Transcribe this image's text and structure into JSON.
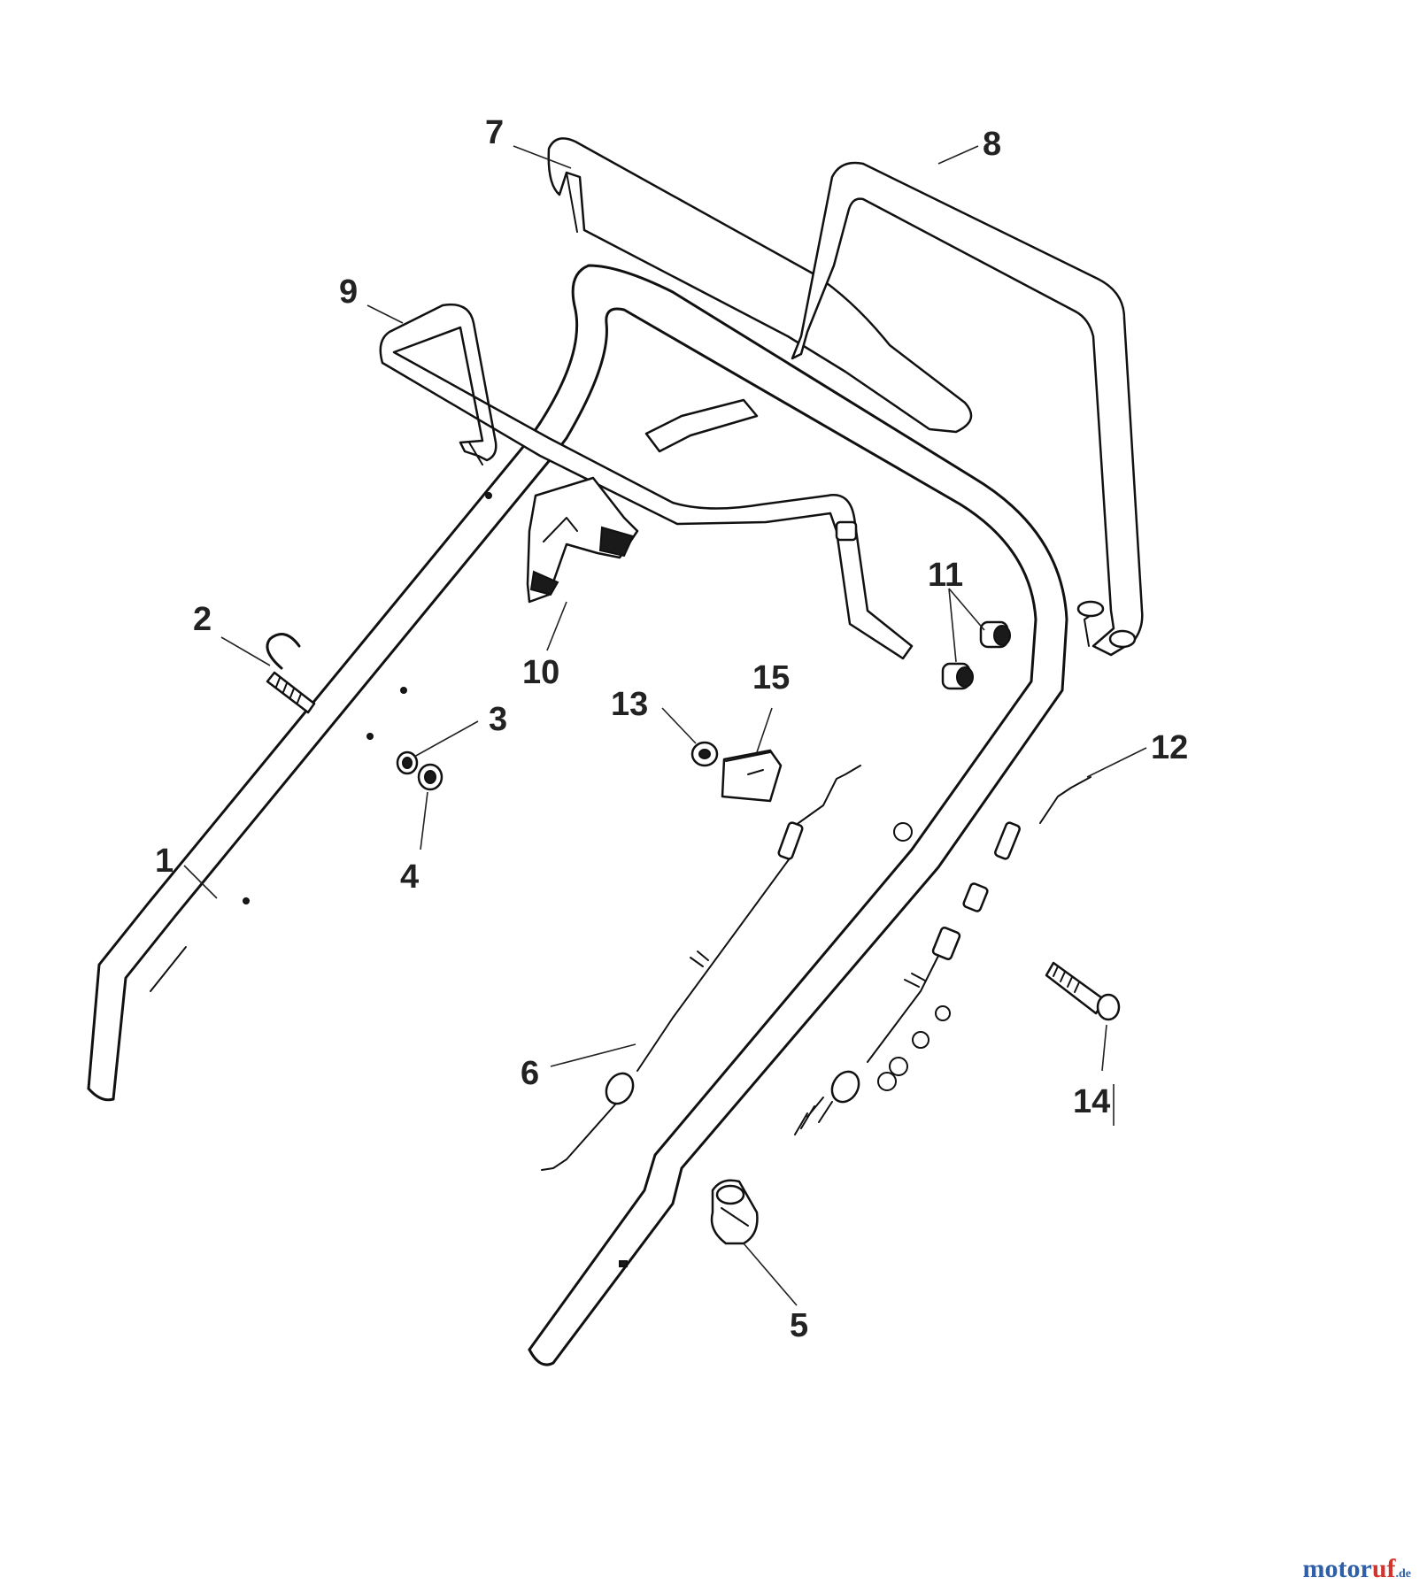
{
  "diagram": {
    "callouts": [
      "1",
      "2",
      "3",
      "4",
      "5",
      "6",
      "7",
      "8",
      "9",
      "10",
      "11",
      "12",
      "13",
      "14",
      "15"
    ]
  },
  "watermark": {
    "brand_main": "motor",
    "brand_accent": "uf",
    "brand_tld": ".de"
  }
}
